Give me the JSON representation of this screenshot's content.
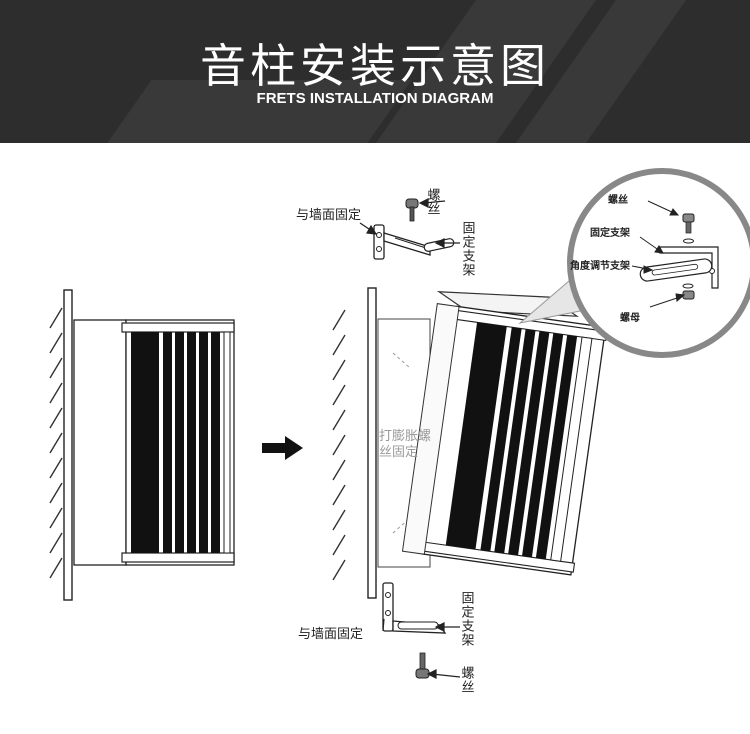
{
  "header": {
    "title": "音柱安装示意图",
    "subtitle": "FRETS INSTALLATION DIAGRAM",
    "background_color": "#2d2d2d"
  },
  "labels": {
    "top_screw": "螺丝",
    "top_wall_fix": "与墙面固定",
    "top_bracket": "固定支架",
    "inset_screw": "螺丝",
    "inset_bracket": "固定支架",
    "inset_angle_bracket": "角度调节支架",
    "inset_nut": "螺母",
    "expansion_screw": "打膨胀螺丝固定",
    "bottom_wall_fix": "与墙面固定",
    "bottom_bracket": "固定支架",
    "bottom_screw": "螺丝"
  },
  "icons": {
    "arrow": "right-arrow-icon"
  }
}
